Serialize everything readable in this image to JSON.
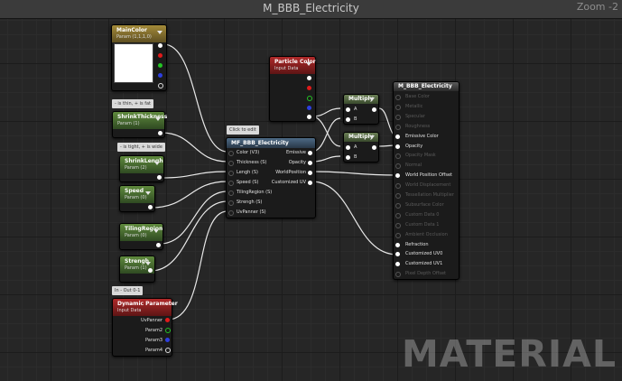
{
  "window": {
    "title": "M_BBB_Electricity",
    "zoom": "Zoom -2"
  },
  "watermark": "MATERIAL",
  "comments": {
    "shrink": "- is thin, + is fat",
    "lengh": "- is tight, + is wide",
    "mf": "Click to edit",
    "dyn": "In - Out 0-1"
  },
  "nodes": {
    "main_color": {
      "title": "MainColor",
      "subtitle": "Param (1,1,1,0)"
    },
    "shrink": {
      "title": "ShrinkThickness",
      "subtitle": "Param (1)"
    },
    "lengh": {
      "title": "ShrinkLengh",
      "subtitle": "Param (2)"
    },
    "speed": {
      "title": "Speed",
      "subtitle": "Param (0)"
    },
    "tiling": {
      "title": "TilingRegion",
      "subtitle": "Param (0)"
    },
    "strengh": {
      "title": "Strengh",
      "subtitle": "Param (1)"
    },
    "dynamic": {
      "title": "Dynamic Parameter",
      "subtitle": "Input Data",
      "outputs": [
        "UvPanner",
        "Param2",
        "Param3",
        "Param4"
      ]
    },
    "particle": {
      "title": "Particle Color",
      "subtitle": "Input Data"
    },
    "mf": {
      "title": "MF_BBB_Electricity",
      "inputs": [
        "Color (V3)",
        "Thickness (S)",
        "Lengh (S)",
        "Speed (S)",
        "TilingRegion (S)",
        "Strengh (S)",
        "UvPanner (S)"
      ],
      "outputs": [
        "Emissive",
        "Opacity",
        "WorldPosition",
        "Customized UV"
      ]
    },
    "multiply1": {
      "title": "Multiply",
      "a": "A",
      "b": "B"
    },
    "multiply2": {
      "title": "Multiply",
      "a": "A",
      "b": "B"
    },
    "result": {
      "title": "M_BBB_Electricity",
      "pins": [
        {
          "label": "Base Color",
          "active": false
        },
        {
          "label": "Metallic",
          "active": false
        },
        {
          "label": "Specular",
          "active": false
        },
        {
          "label": "Roughness",
          "active": false
        },
        {
          "label": "Emissive Color",
          "active": true
        },
        {
          "label": "Opacity",
          "active": true
        },
        {
          "label": "Opacity Mask",
          "active": false
        },
        {
          "label": "Normal",
          "active": false
        },
        {
          "label": "World Position Offset",
          "active": true
        },
        {
          "label": "World Displacement",
          "active": false
        },
        {
          "label": "Tessellation Multiplier",
          "active": false
        },
        {
          "label": "Subsurface Color",
          "active": false
        },
        {
          "label": "Custom Data 0",
          "active": false
        },
        {
          "label": "Custom Data 1",
          "active": false
        },
        {
          "label": "Ambient Occlusion",
          "active": false
        },
        {
          "label": "Refraction",
          "active": true
        },
        {
          "label": "Customized UV0",
          "active": true
        },
        {
          "label": "Customized UV1",
          "active": true
        },
        {
          "label": "Pixel Depth Offset",
          "active": false
        }
      ]
    }
  },
  "colors": {
    "wire": "#e8e8e8",
    "background": "#262626",
    "param_header": "#5f8a3d",
    "vector_header": "#a48b3a",
    "input_header": "#b02a2a",
    "function_header": "#4d6a85"
  }
}
